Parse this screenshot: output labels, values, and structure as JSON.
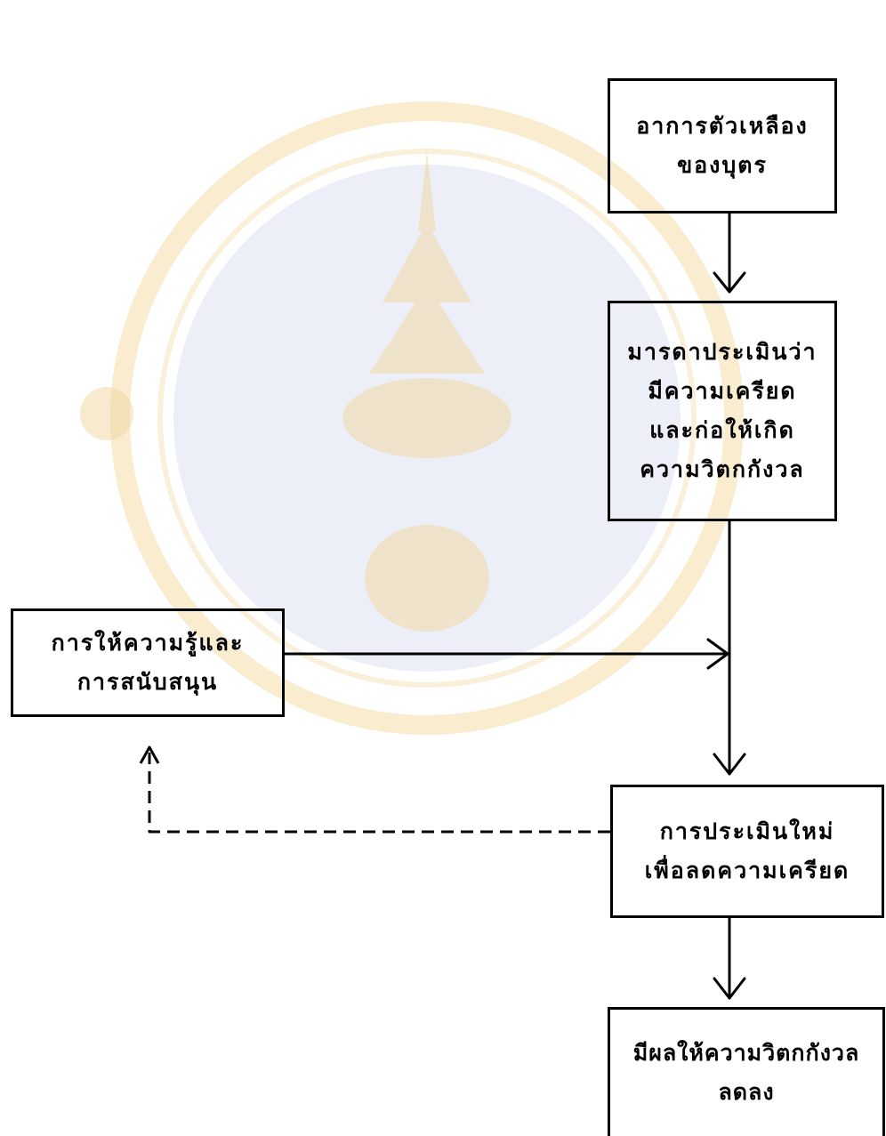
{
  "diagram": {
    "nodes": [
      {
        "id": "jaundice",
        "lines": [
          "อาการตัวเหลือง",
          "ของบุตร"
        ]
      },
      {
        "id": "appraisal",
        "lines": [
          "มารดาประเมินว่า",
          "มีความเครียด",
          "และก่อให้เกิด",
          "ความวิตกกังวล"
        ]
      },
      {
        "id": "support",
        "lines": [
          "การให้ความรู้และ",
          "การสนับสนุน"
        ]
      },
      {
        "id": "reappraisal",
        "lines": [
          "การประเมินใหม่",
          "เพื่อลดความเครียด"
        ]
      },
      {
        "id": "outcome",
        "lines": [
          "มีผลให้ความวิตกกังวล",
          "ลดลง"
        ]
      }
    ],
    "edges": [
      {
        "from": "jaundice",
        "to": "appraisal",
        "style": "solid"
      },
      {
        "from": "appraisal",
        "to": "reappraisal",
        "style": "solid"
      },
      {
        "from": "support",
        "to": "appraisal-reappraisal-connector",
        "style": "solid"
      },
      {
        "from": "reappraisal",
        "to": "support",
        "style": "dashed"
      },
      {
        "from": "reappraisal",
        "to": "outcome",
        "style": "solid"
      }
    ]
  },
  "watermark": {
    "type": "university-seal",
    "color": "#f2d69a",
    "accent_color": "#c9cde8"
  }
}
